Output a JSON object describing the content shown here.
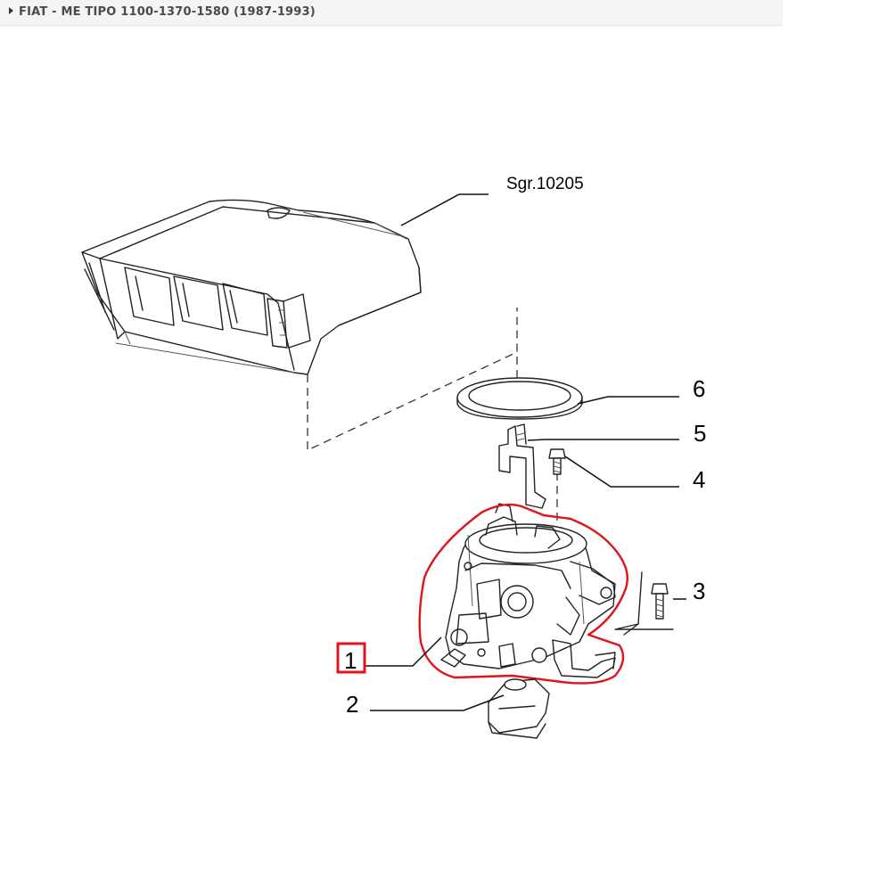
{
  "breadcrumb": {
    "title": "FIAT - ME TIPO 1100-1370-1580 (1987-1993)"
  },
  "diagram": {
    "ref_label": "Sgr.10205",
    "callouts": [
      "1",
      "2",
      "3",
      "4",
      "5",
      "6"
    ],
    "highlight_color": "#e0141c",
    "selected_callout": "1"
  }
}
